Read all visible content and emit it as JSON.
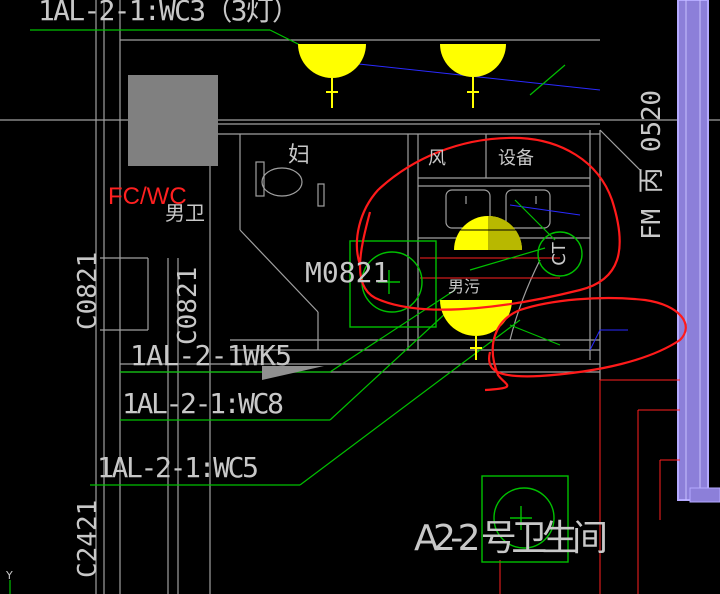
{
  "labels": {
    "top_circuit": "1AL-2-1:WC3（3灯）",
    "fc_wc": "FC/WC",
    "door_m0821": "M0821",
    "window_c0821_left": "C0821",
    "window_c0821_mid": "C0821",
    "window_c2421": "C2421",
    "circuit_wk5": "1AL-2-1WK5",
    "circuit_wc8": "1AL-2-1:WC8",
    "circuit_wc5": "1AL-2-1:WC5",
    "fm_door": "FM 丙 0520",
    "room_a2": "A2-2 号卫生间",
    "ct_label": "CT",
    "room_fu": "妇",
    "room_nan": "男卫",
    "room_feng": "风",
    "room_shebei": "设备",
    "room_tongsui": "男污",
    "axis_y": "Y"
  },
  "colors": {
    "background": "#000000",
    "lamp_yellow": "#ffff00",
    "wire_green": "#00c000",
    "markup_red": "#ff1a1a",
    "equipment_gray": "#808080",
    "partition_purple": "#9a8ae6",
    "dim_blue": "#2020ff",
    "line_gray": "#a0a0a0"
  }
}
